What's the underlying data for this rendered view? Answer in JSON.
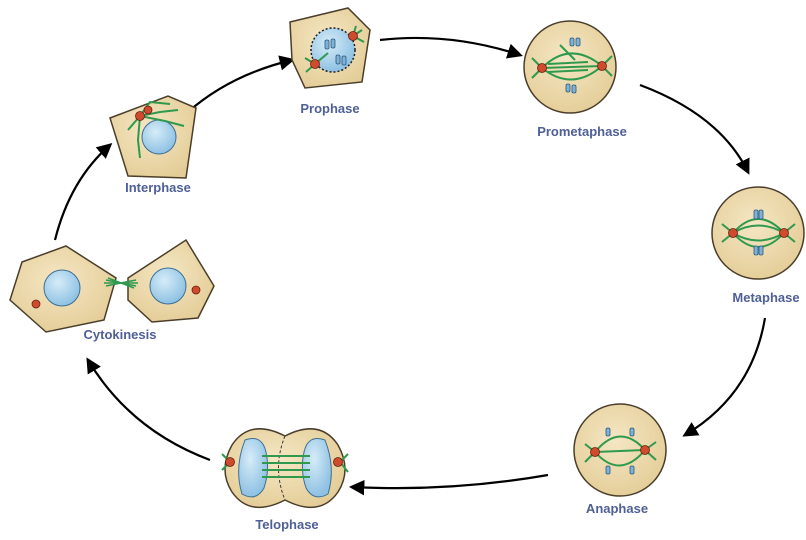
{
  "phases": [
    {
      "id": "interphase",
      "label": "Interphase"
    },
    {
      "id": "prophase",
      "label": "Prophase"
    },
    {
      "id": "prometaphase",
      "label": "Prometaphase"
    },
    {
      "id": "metaphase",
      "label": "Metaphase"
    },
    {
      "id": "anaphase",
      "label": "Anaphase"
    },
    {
      "id": "telophase",
      "label": "Telophase"
    },
    {
      "id": "cytokinesis",
      "label": "Cytokinesis"
    }
  ],
  "colors": {
    "cytoplasm": "#ecd9ae",
    "cell_outline": "#4a3e2a",
    "nucleus": "#9fcbe8",
    "nucleus_light": "#d6ecf8",
    "spindle": "#2f9a4e",
    "centrosome": "#cf4b2e",
    "chromosome": "#7fb1d6",
    "label": "#4f5f97",
    "arrow": "#000000"
  }
}
